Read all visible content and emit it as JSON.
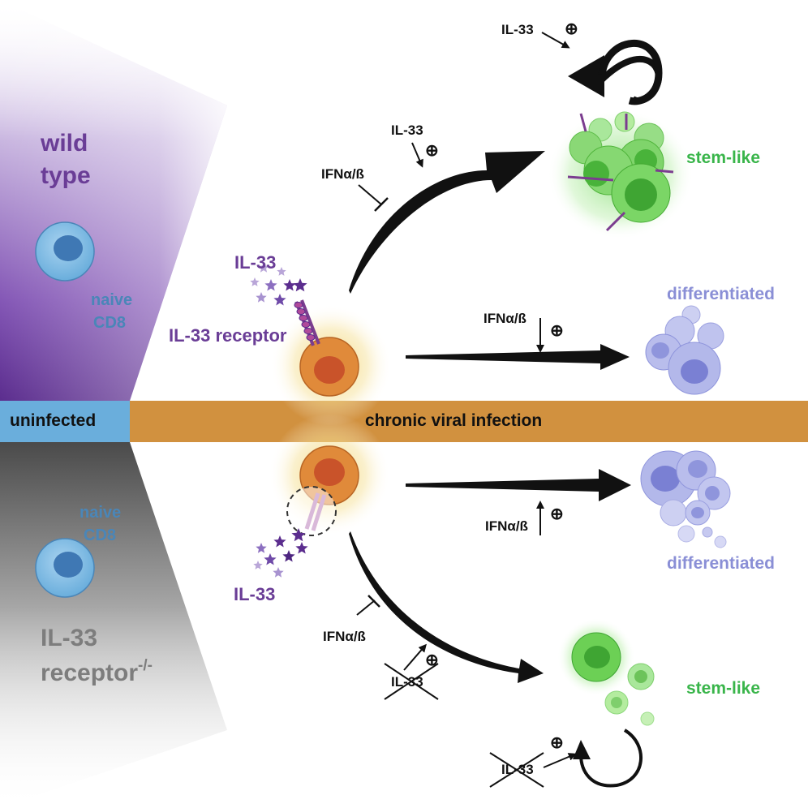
{
  "panel_labels": {
    "wild_type_line1": "wild",
    "wild_type_line2": "type",
    "knockout_line1": "IL-33",
    "knockout_line2": "receptor",
    "knockout_superscript": "-/-"
  },
  "cells": {
    "naive_top_line1": "naive",
    "naive_top_line2": "CD8",
    "naive_bottom_line1": "naive",
    "naive_bottom_line2": "CD8"
  },
  "cytokine_labels": {
    "il33_top": "IL-33",
    "il33_receptor": "IL-33 receptor",
    "il33_bottom": "IL-33"
  },
  "bar": {
    "uninfected": "uninfected",
    "chronic": "chronic viral infection"
  },
  "outcomes": {
    "stem_like_top": "stem-like",
    "differentiated_top": "differentiated",
    "differentiated_bottom": "differentiated",
    "stem_like_bottom": "stem-like"
  },
  "regulators": {
    "il33_loop_top": "IL-33",
    "il33_arrow_top": "IL-33",
    "ifn_inhibit_top": "IFNα/ß",
    "ifn_promote_top": "IFNα/ß",
    "ifn_promote_bottom": "IFNα/ß",
    "ifn_inhibit_bottom": "IFNα/ß",
    "il33_crossed_arrow": "IL-33",
    "il33_crossed_loop": "IL-33",
    "plus_symbol": "⊕"
  },
  "colors": {
    "wild_type_purple": "#5b2d8e",
    "knockout_grey": "#555555",
    "naive_blue": "#6aaedc",
    "uninfected_bar": "#6aaedc",
    "infection_bar": "#d1913f",
    "activated_orange": "#d97a2e",
    "stem_like_green": "#5fd04a",
    "differentiated_lavender": "#8f95dc"
  }
}
